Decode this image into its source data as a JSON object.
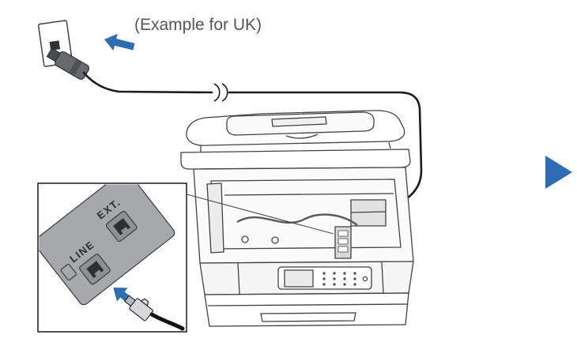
{
  "figure": {
    "caption": "(Example for UK)",
    "port_labels": {
      "ext": "EXT.",
      "line": "LINE"
    }
  },
  "colors": {
    "accent_blue": "#2e6db4",
    "line_art": "#3f4144",
    "panel_gray": "#a6a8ab",
    "cable_black": "#1c1c1c",
    "caption_gray": "#54565a"
  },
  "icons": {
    "insert_plug_arrow": "solid blue arrow pointing into wall socket",
    "insert_line_arrow": "solid blue arrow pointing into LINE port",
    "next_step_arrow": "solid blue right-pointing triangle"
  }
}
